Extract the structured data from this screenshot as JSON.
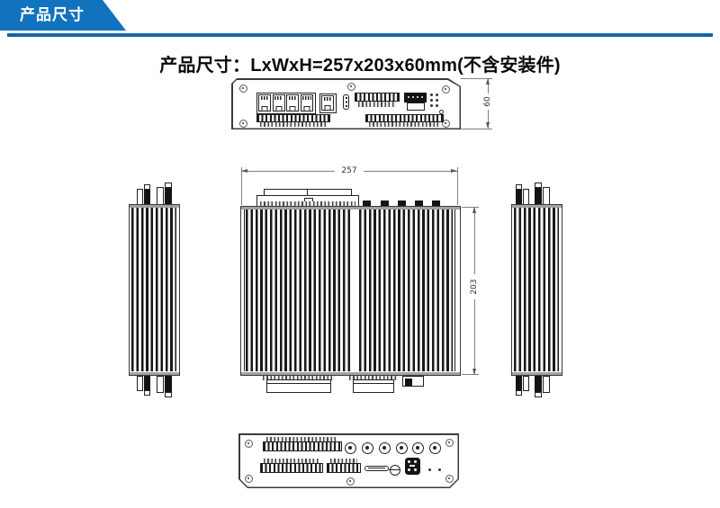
{
  "header": {
    "banner_label": "产品尺寸",
    "accent_color": "#1173bd",
    "underline_color": "#1565a9"
  },
  "title": "产品尺寸：LxWxH=257x203x60mm(不含安装件)",
  "drawing": {
    "height_mm": "60",
    "length_mm": "257",
    "width_mm": "203"
  }
}
